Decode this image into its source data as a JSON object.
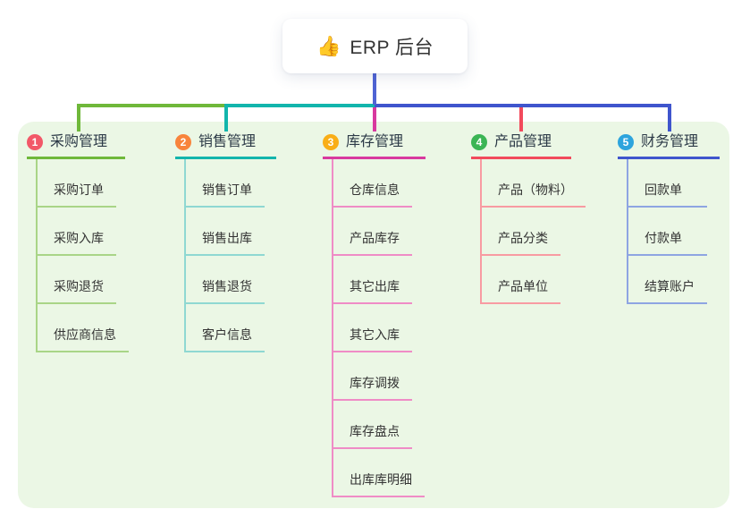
{
  "root": {
    "icon": "👍",
    "title": "ERP 后台"
  },
  "canvas": {
    "panel_bg": "#ebf7e5",
    "stem_color": "#4f63d4"
  },
  "branches": [
    {
      "number": "1",
      "title": "采购管理",
      "badge_color": "#f25868",
      "line_color": "#6fb83a",
      "light_color": "#a9d587",
      "children": [
        "采购订单",
        "采购入库",
        "采购退货",
        "供应商信息"
      ]
    },
    {
      "number": "2",
      "title": "销售管理",
      "badge_color": "#f8843c",
      "line_color": "#12b5ac",
      "light_color": "#8fd8d2",
      "children": [
        "销售订单",
        "销售出库",
        "销售退货",
        "客户信息"
      ]
    },
    {
      "number": "3",
      "title": "库存管理",
      "badge_color": "#f9ae17",
      "line_color": "#d8399f",
      "light_color": "#ef8cc6",
      "children": [
        "仓库信息",
        "产品库存",
        "其它出库",
        "其它入库",
        "库存调拨",
        "库存盘点",
        "出库库明细"
      ]
    },
    {
      "number": "4",
      "title": "产品管理",
      "badge_color": "#3bb554",
      "line_color": "#f24a5c",
      "light_color": "#f89ba2",
      "children": [
        "产品（物料）",
        "产品分类",
        "产品单位"
      ]
    },
    {
      "number": "5",
      "title": "财务管理",
      "badge_color": "#2da4dd",
      "line_color": "#3f55cd",
      "light_color": "#8ea5e2",
      "children": [
        "回款单",
        "付款单",
        "结算账户"
      ]
    }
  ]
}
